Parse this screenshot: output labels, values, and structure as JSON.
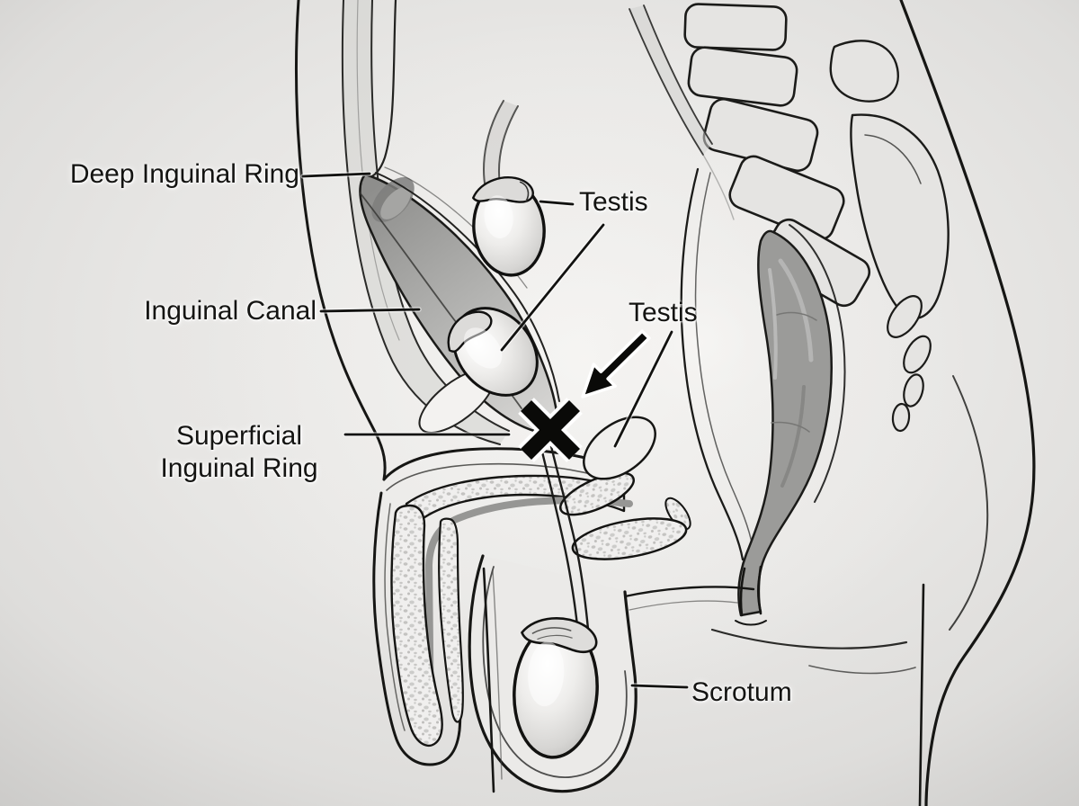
{
  "figure": {
    "title": "Sagittal section of male pelvis — pathway of testicular descent with site of arrest marked",
    "kind": "anatomical line illustration, grayscale"
  },
  "labels": {
    "deep_inguinal_ring": "Deep Inguinal Ring",
    "inguinal_canal": "Inguinal Canal",
    "superficial_inguinal_ring_line1": "Superficial",
    "superficial_inguinal_ring_line2": "Inguinal Ring",
    "testis_abdominal": "Testis",
    "testis_superficial": "Testis",
    "scrotum": "Scrotum"
  },
  "markers": {
    "x_marker": "bold X over superficial inguinal ring (arrested descent)",
    "descent_arrow": "thick arrow pointing to superficial inguinal ring"
  },
  "colors": {
    "background_center": "#edecea",
    "background_corner": "#bcbbb9",
    "line": "#161614",
    "canal_shade": "#8c8c8a",
    "rectum_fill": "#9b9b99",
    "organ_fill": "#e9e8e6",
    "marker_black": "#0a0a08",
    "label_text": "#141412"
  }
}
